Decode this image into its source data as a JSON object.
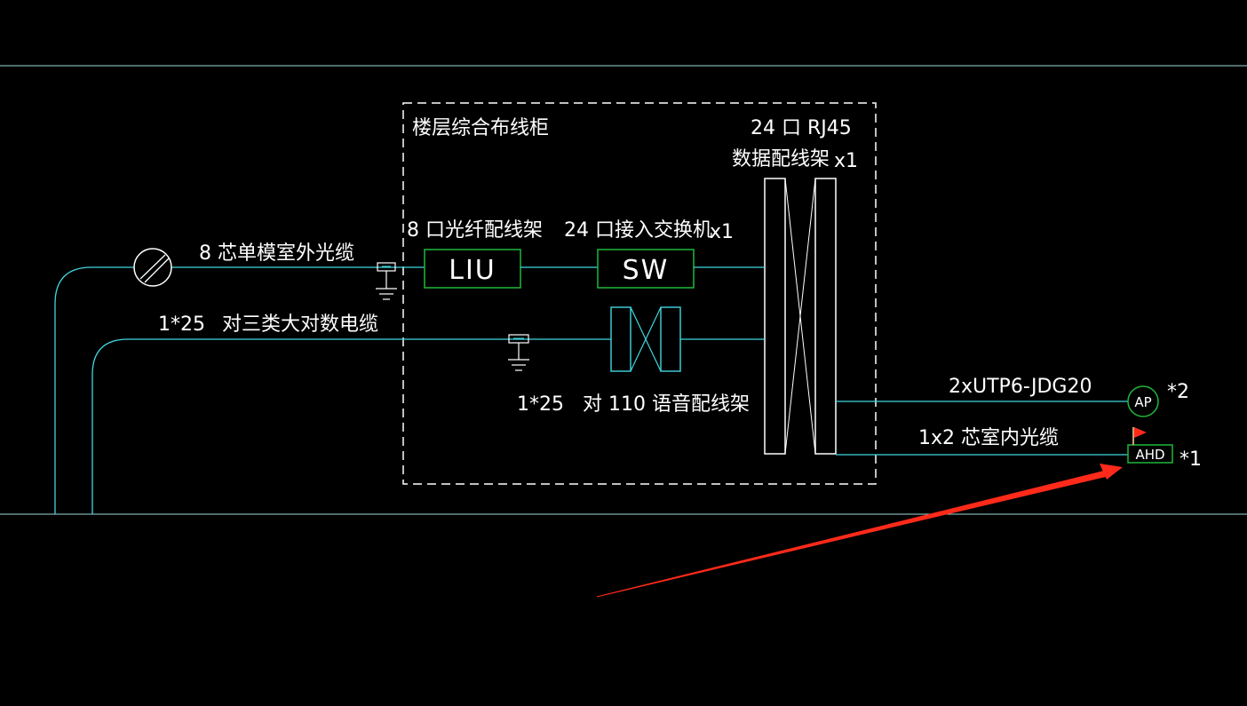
{
  "colors": {
    "background": "#000000",
    "cable": "#3fd8e0",
    "frame": "#ffffff",
    "equipment_box": "#1fb83a",
    "ap_circle": "#1fb83a",
    "flag": "#ff2a1a",
    "arrow": "#ff2a1a",
    "border_line": "#a0d8dc"
  },
  "cabinet": {
    "title": "楼层综合布线柜"
  },
  "patch_panel": {
    "line1": "24 口 RJ45",
    "line2": "数据配线架",
    "qty": "x1"
  },
  "fiber_panel": {
    "label": "8 口光纤配线架",
    "box_text": "LIU"
  },
  "switch": {
    "label": "24 口接入交换机",
    "box_text": "SW",
    "qty": "x1"
  },
  "voice_panel": {
    "count": "1*25",
    "label": "对 110 语音配线架"
  },
  "outdoor_fiber": {
    "label": "8 芯单模室外光缆"
  },
  "copper_cable": {
    "count": "1*25",
    "label": "对三类大对数电缆"
  },
  "ap_link": {
    "label": "2xUTP6-JDG20",
    "device": "AP",
    "qty": "*2"
  },
  "ahd_link": {
    "label": "1x2  芯室内光缆",
    "device": "AHD",
    "qty": "*1"
  },
  "icons": {
    "splice": "splice-circle-icon",
    "ground": "ground-symbol-icon",
    "flag": "flag-icon",
    "arrow": "red-arrow-annotation-icon"
  }
}
